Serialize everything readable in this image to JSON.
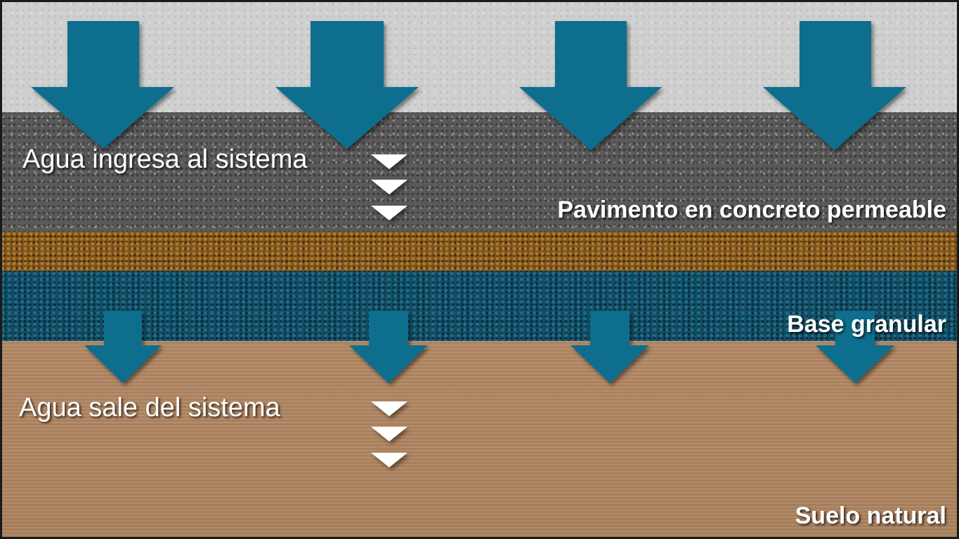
{
  "labels": {
    "water_enters": "Agua ingresa al sistema",
    "pavement": "Pavimento en concreto permeable",
    "granular_base": "Base granular",
    "water_exits": "Agua sale del sistema",
    "natural_soil": "Suelo natural"
  },
  "colors": {
    "arrow": "#0e6e8e",
    "water_marker": "#ffffff",
    "label_text": "#ffffff"
  },
  "icons": {
    "large_arrow": "arrow-down-icon",
    "water_level_marker": "triangle-down-icon"
  }
}
